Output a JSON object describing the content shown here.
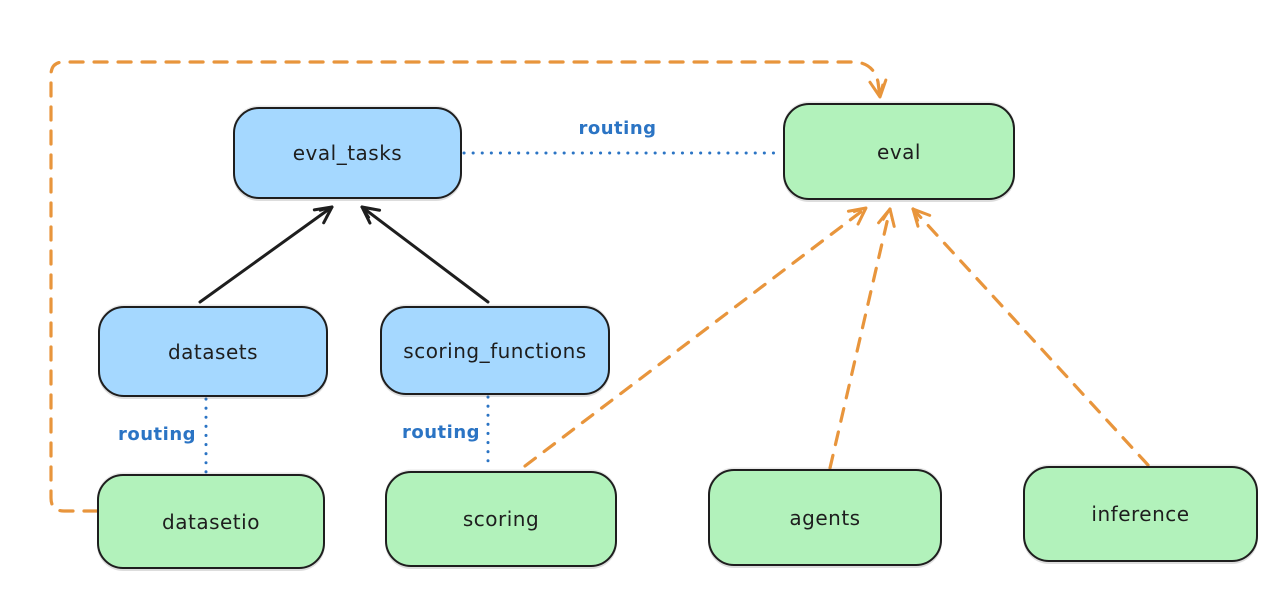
{
  "diagram": {
    "nodes": [
      {
        "id": "eval_tasks",
        "label": "eval_tasks",
        "fill": "#a5d8ff"
      },
      {
        "id": "eval",
        "label": "eval",
        "fill": "#b2f2bb"
      },
      {
        "id": "datasets",
        "label": "datasets",
        "fill": "#a5d8ff"
      },
      {
        "id": "scoring_functions",
        "label": "scoring_functions",
        "fill": "#a5d8ff"
      },
      {
        "id": "datasetio",
        "label": "datasetio",
        "fill": "#b2f2bb"
      },
      {
        "id": "scoring",
        "label": "scoring",
        "fill": "#b2f2bb"
      },
      {
        "id": "agents",
        "label": "agents",
        "fill": "#b2f2bb"
      },
      {
        "id": "inference",
        "label": "inference",
        "fill": "#b2f2bb"
      }
    ],
    "edge_labels": [
      {
        "id": "routing-eval-tasks-to-eval",
        "text": "routing"
      },
      {
        "id": "routing-datasets-to-datasetio",
        "text": "routing"
      },
      {
        "id": "routing-scoring-fns-to-scoring",
        "text": "routing"
      }
    ],
    "colors": {
      "node_blue_fill": "#a5d8ff",
      "node_green_fill": "#b2f2bb",
      "node_stroke": "#1e1e1e",
      "routing_blue": "#2b74c4",
      "dashed_orange": "#e8953c",
      "background": "#ffffff"
    }
  }
}
